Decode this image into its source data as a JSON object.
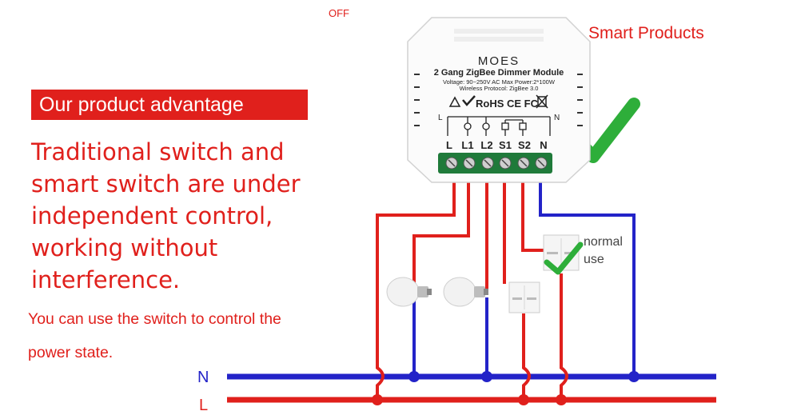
{
  "labels": {
    "off": "OFF",
    "smart_products": "Smart Products",
    "advantage": "Our product advantage",
    "headline": "Traditional switch and smart switch are under independent control, working without interference.",
    "subtext": "You can use the switch to control the power state.",
    "normal_use": "normal use",
    "neutral": "N",
    "line": "L"
  },
  "module": {
    "brand": "MOES",
    "model": "2 Gang ZigBee Dimmer Module",
    "voltage": "Voltage: 90~250V AC Max Power:2*100W",
    "protocol": "Wireless Protocol: ZigBee 3.0",
    "certs": "RoHS CE FC",
    "terminal_L_left": "L",
    "terminal_N_right": "N",
    "terminals": [
      "L",
      "L1",
      "L2",
      "S1",
      "S2",
      "N"
    ]
  },
  "colors": {
    "red": "#e0201c",
    "blue": "#2323c8",
    "check": "#2eae3a"
  }
}
